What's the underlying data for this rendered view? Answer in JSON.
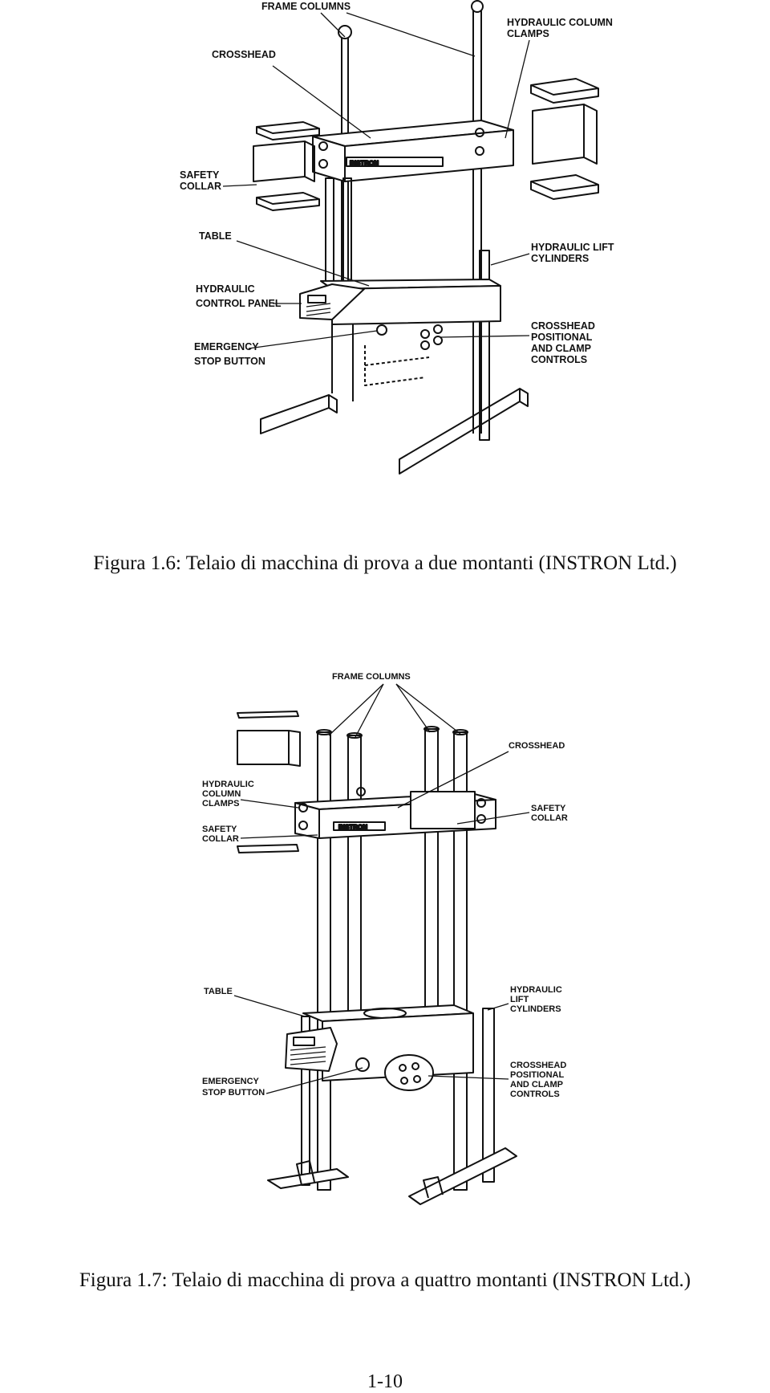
{
  "figures": [
    {
      "caption": "Figura 1.6: Telaio di macchina di prova a due montanti (INSTRON Ltd.)",
      "labels": {
        "frame_columns": "FRAME COLUMNS",
        "crosshead": "CROSSHEAD",
        "hydraulic_column_clamps_1": "HYDRAULIC COLUMN",
        "hydraulic_column_clamps_2": "CLAMPS",
        "safety_collar_1": "SAFETY",
        "safety_collar_2": "COLLAR",
        "table": "TABLE",
        "hydraulic_lift_cylinders_1": "HYDRAULIC LIFT",
        "hydraulic_lift_cylinders_2": "CYLINDERS",
        "hydraulic_control_panel_1": "HYDRAULIC",
        "hydraulic_control_panel_2": "CONTROL PANEL",
        "emergency_stop_1": "EMERGENCY",
        "emergency_stop_2": "STOP BUTTON",
        "crosshead_controls_1": "CROSSHEAD",
        "crosshead_controls_2": "POSITIONAL",
        "crosshead_controls_3": "AND CLAMP",
        "crosshead_controls_4": "CONTROLS",
        "brand": "INSTRON"
      }
    },
    {
      "caption": "Figura 1.7: Telaio di macchina di prova a quattro montanti (INSTRON Ltd.)",
      "labels": {
        "frame_columns": "FRAME COLUMNS",
        "crosshead": "CROSSHEAD",
        "hydraulic_column_clamps_1": "HYDRAULIC",
        "hydraulic_column_clamps_2": "COLUMN",
        "hydraulic_column_clamps_3": "CLAMPS",
        "safety_collar_left_1": "SAFETY",
        "safety_collar_left_2": "COLLAR",
        "safety_collar_right_1": "SAFETY",
        "safety_collar_right_2": "COLLAR",
        "table": "TABLE",
        "hydraulic_lift_cylinders_1": "HYDRAULIC",
        "hydraulic_lift_cylinders_2": "LIFT",
        "hydraulic_lift_cylinders_3": "CYLINDERS",
        "emergency_stop_1": "EMERGENCY",
        "emergency_stop_2": "STOP BUTTON",
        "crosshead_controls_1": "CROSSHEAD",
        "crosshead_controls_2": "POSITIONAL",
        "crosshead_controls_3": "AND CLAMP",
        "crosshead_controls_4": "CONTROLS",
        "brand": "INSTRON"
      }
    }
  ],
  "page_number": "1-10"
}
